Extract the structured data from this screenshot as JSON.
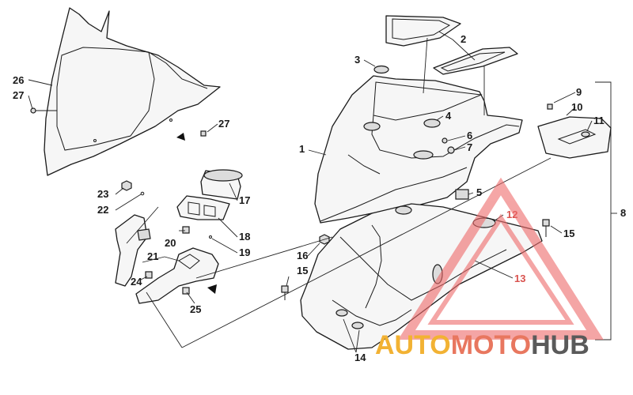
{
  "diagram": {
    "callouts": {
      "c1": "1",
      "c2": "2",
      "c3": "3",
      "c4": "4",
      "c5": "5",
      "c6": "6",
      "c7": "7",
      "c8": "8",
      "c9": "9",
      "c10": "10",
      "c11": "11",
      "c12": "12",
      "c13": "13",
      "c14": "14",
      "c15a": "15",
      "c15b": "15",
      "c16": "16",
      "c17": "17",
      "c18": "18",
      "c19": "19",
      "c20": "20",
      "c21": "21",
      "c22": "22",
      "c23": "23",
      "c24": "24",
      "c25": "25",
      "c26": "26",
      "c27a": "27",
      "c27b": "27"
    }
  },
  "watermark": {
    "word1": "AUTO",
    "word2": "MOTO",
    "word3": "HUB",
    "colors": {
      "auto": "#f2b233",
      "moto": "#e8775f",
      "hub": "#5a5a5a",
      "triangle": "#ee6a6a"
    }
  }
}
